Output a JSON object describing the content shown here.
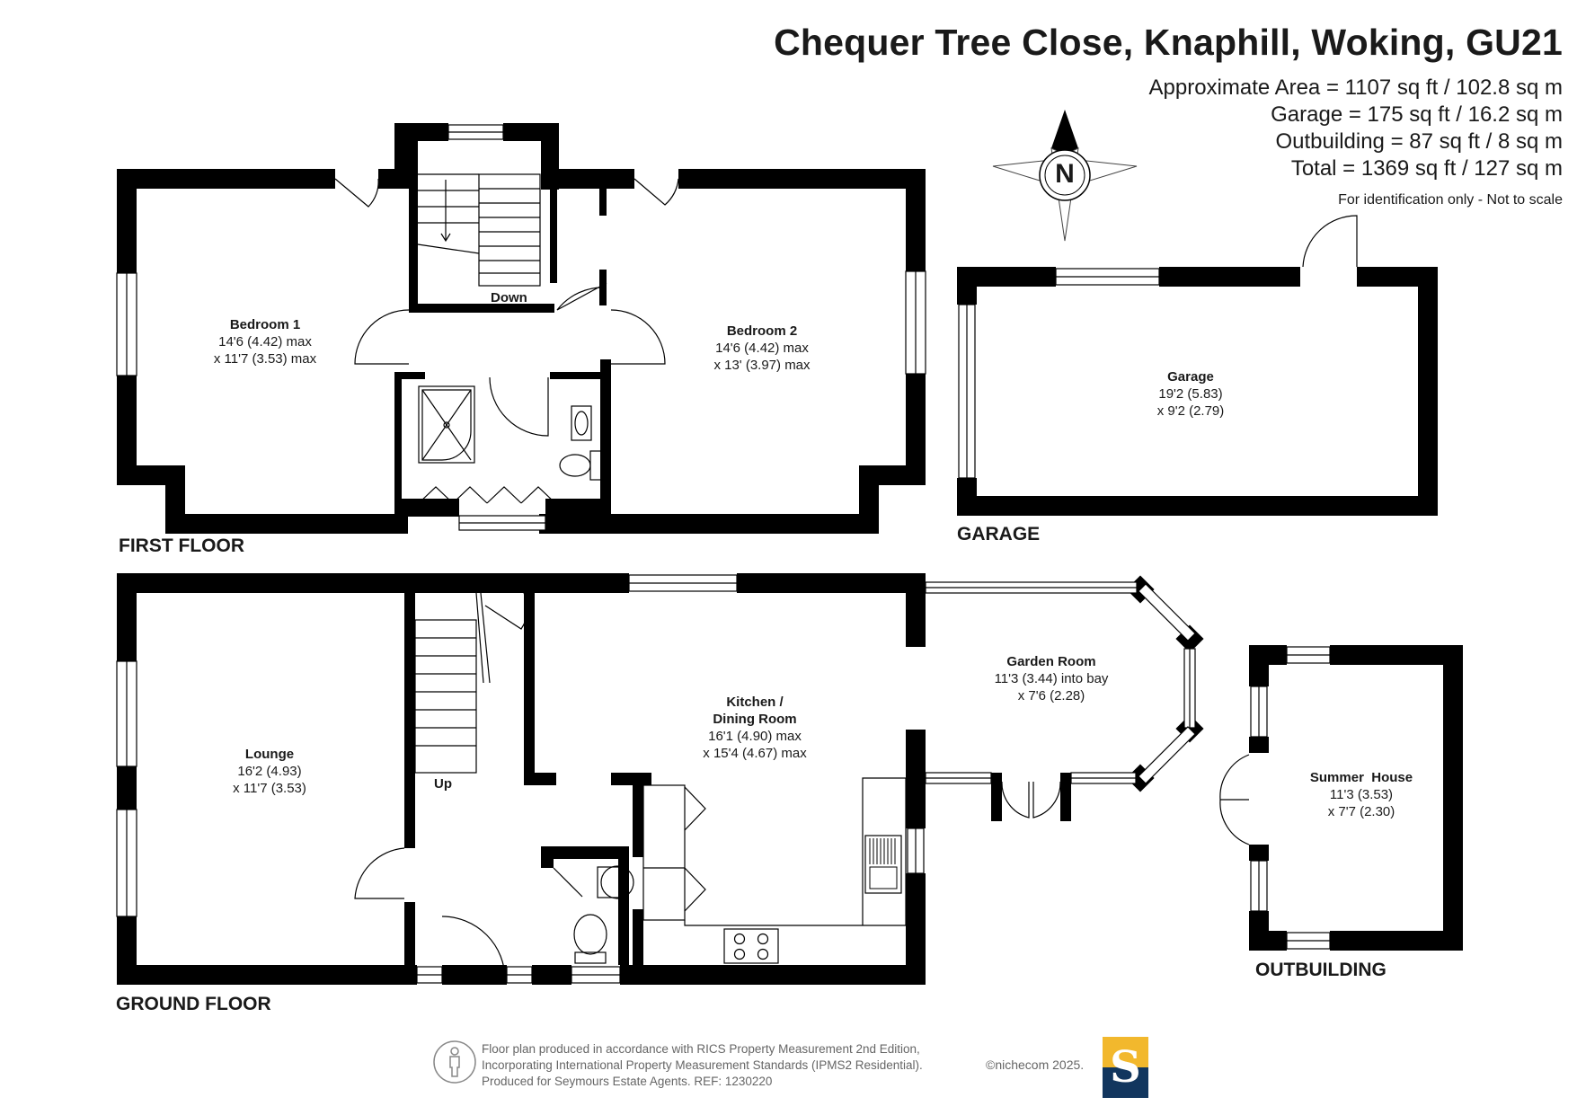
{
  "header": {
    "title": "Chequer Tree Close, Knaphill, Woking, GU21",
    "areas": [
      "Approximate Area = 1107 sq ft / 102.8 sq m",
      "Garage = 175 sq ft / 16.2 sq m",
      "Outbuilding = 87 sq ft / 8 sq m",
      "Total = 1369 sq ft / 127 sq m"
    ],
    "identification": "For identification only - Not to scale"
  },
  "compass": {
    "label": "N"
  },
  "floors": {
    "first": "FIRST FLOOR",
    "ground": "GROUND FLOOR",
    "garage": "GARAGE",
    "outbuilding": "OUTBUILDING"
  },
  "rooms": {
    "bedroom1": {
      "name": "Bedroom 1",
      "dim1": "14'6 (4.42) max",
      "dim2": "x 11'7 (3.53) max"
    },
    "bedroom2": {
      "name": "Bedroom 2",
      "dim1": "14'6 (4.42) max",
      "dim2": "x 13' (3.97) max"
    },
    "garage": {
      "name": "Garage",
      "dim1": "19'2 (5.83)",
      "dim2": "x 9'2 (2.79)"
    },
    "lounge": {
      "name": "Lounge",
      "dim1": "16'2 (4.93)",
      "dim2": "x 11'7 (3.53)"
    },
    "kitchen": {
      "name1": "Kitchen /",
      "name2": "Dining Room",
      "dim1": "16'1 (4.90) max",
      "dim2": "x 15'4 (4.67) max"
    },
    "garden_room": {
      "name": "Garden Room",
      "dim1": "11'3 (3.44) into bay",
      "dim2": "x 7'6 (2.28)"
    },
    "summer_house": {
      "name": "Summer  House",
      "dim1": "11'3 (3.53)",
      "dim2": "x 7'7 (2.30)"
    }
  },
  "stairs": {
    "down": "Down",
    "up": "Up"
  },
  "footer": {
    "line1": "Floor plan produced in accordance with RICS Property Measurement 2nd Edition,",
    "line2": "Incorporating International Property Measurement Standards (IPMS2 Residential).",
    "line3": "Produced for Seymours Estate Agents.   REF: 1230220",
    "copyright": "©nichecom 2025.",
    "logo_letter": "S"
  },
  "colors": {
    "wall": "#000000",
    "logo_top": "#f2b82d",
    "logo_bottom": "#12365e",
    "footer_text": "#666666"
  }
}
